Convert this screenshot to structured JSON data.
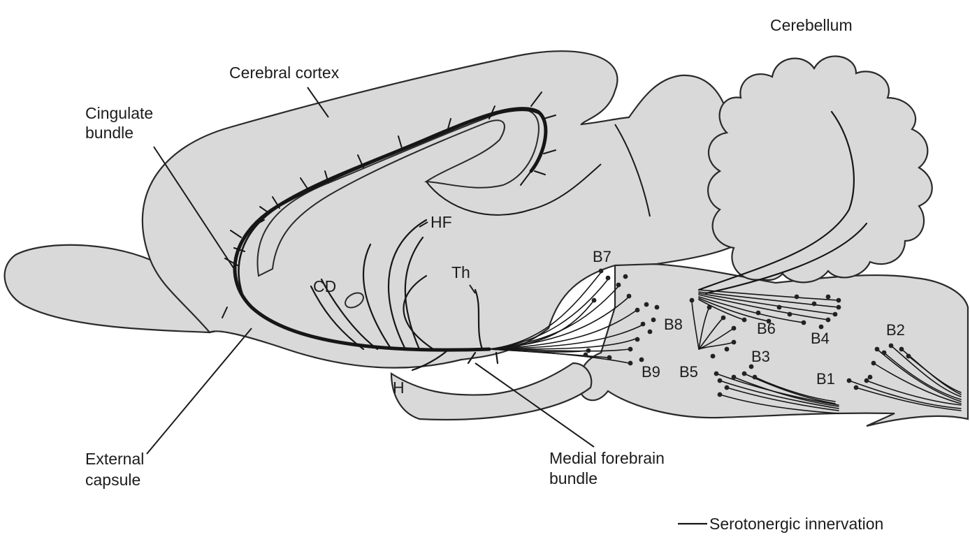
{
  "labels": {
    "cerebellum": "Cerebellum",
    "cerebral_cortex": "Cerebral cortex",
    "cingulate_bundle_line1": "Cingulate",
    "cingulate_bundle_line2": "bundle",
    "hf": "HF",
    "cd": "CD",
    "th": "Th",
    "h": "H",
    "external_capsule_line1": "External",
    "external_capsule_line2": "capsule",
    "medial_forebrain_line1": "Medial forebrain",
    "medial_forebrain_line2": "bundle"
  },
  "nuclei": {
    "b1": "B1",
    "b2": "B2",
    "b3": "B3",
    "b4": "B4",
    "b5": "B5",
    "b6": "B6",
    "b7": "B7",
    "b8": "B8",
    "b9": "B9"
  },
  "legend": {
    "label": "Serotonergic innervation"
  },
  "colors": {
    "tissue": "#d9d9d9",
    "outline": "#2a2a2a",
    "fiber": "#161616"
  }
}
